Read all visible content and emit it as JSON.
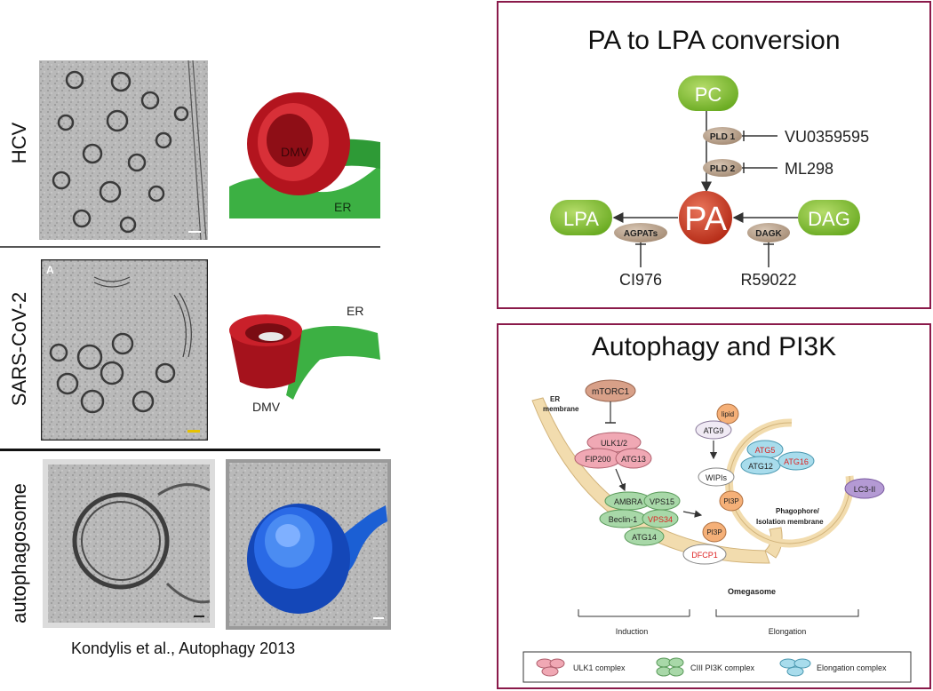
{
  "left": {
    "rows": [
      {
        "label": "HCV",
        "right_labels": [
          "DMV",
          "ER"
        ]
      },
      {
        "label": "SARS-CoV-2",
        "corner_letter": "A",
        "right_labels": [
          "ER",
          "DMV"
        ]
      },
      {
        "label": "autophagosome"
      }
    ],
    "citation": "Kondylis et al., Autophagy 2013"
  },
  "pa_panel": {
    "title": "PA to LPA conversion",
    "nodes": {
      "pc": "PC",
      "pa": "PA",
      "lpa": "LPA",
      "dag": "DAG"
    },
    "enzymes": {
      "pld1": "PLD 1",
      "pld2": "PLD 2",
      "agpats": "AGPATs",
      "dagk": "DAGK"
    },
    "inhibitors": {
      "pld1": "VU0359595",
      "pld2": "ML298",
      "agpats": "CI976",
      "dagk": "R59022"
    }
  },
  "autophagy_panel": {
    "title": "Autophagy and PI3K",
    "er_label_line1": "ER",
    "er_label_line2": "membrane",
    "nodes": {
      "mtorc1": "mTORC1",
      "ulk": "ULK1/2",
      "fip200": "FIP200",
      "atg13": "ATG13",
      "ambra": "AMBRA",
      "vps15": "VPS15",
      "beclin": "Beclin-1",
      "vps34": "VPS34",
      "atg14": "ATG14",
      "lipid": "lipid",
      "atg9": "ATG9",
      "wipis": "WIPIs",
      "pi3p_a": "PI3P",
      "pi3p_b": "PI3P",
      "dfcp1": "DFCP1",
      "atg5": "ATG5",
      "atg12": "ATG12",
      "atg16": "ATG16",
      "lc3": "LC3-II"
    },
    "phagophore_line1": "Phagophore/",
    "phagophore_line2": "Isolation membrane",
    "omegasome": "Omegasome",
    "induction": "Induction",
    "elongation": "Elongation",
    "legend": {
      "ulk1": "ULK1 complex",
      "ciii": "CIII PI3K complex",
      "elong": "Elongation complex"
    }
  }
}
